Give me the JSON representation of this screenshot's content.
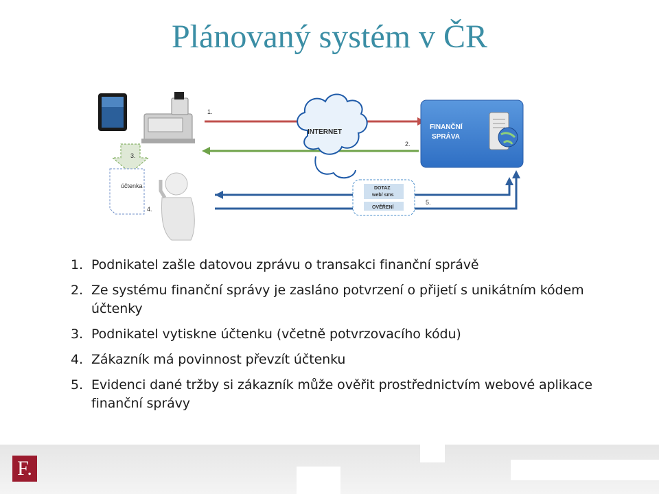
{
  "title": "Plánovaný systém v ČR",
  "diagram": {
    "cloud_label": "INTERNET",
    "authority_label_1": "FINANČNÍ",
    "authority_label_2": "SPRÁVA",
    "receipt_label": "účtenka",
    "bubble_query_1": "DOTAZ",
    "bubble_query_2": "web/ sms",
    "bubble_verify": "OVĚŘENÍ",
    "step_1": "1.",
    "step_2": "2.",
    "step_3": "3.",
    "step_4": "4.",
    "step_5": "5.",
    "colors": {
      "red": "#c0504d",
      "green": "#6fa34a",
      "blue": "#2e5f9e",
      "panel": "#3f7fd0"
    }
  },
  "steps": [
    {
      "num": "1.",
      "text": "Podnikatel zašle datovou zprávu o transakci finanční správě"
    },
    {
      "num": "2.",
      "text": "Ze systému finanční správy je zasláno potvrzení o přijetí s unikátním kódem účtenky"
    },
    {
      "num": "3.",
      "text": "Podnikatel vytiskne účtenku (včetně potvrzovacího kódu)"
    },
    {
      "num": "4.",
      "text": "Zákazník má povinnost převzít účtenku"
    },
    {
      "num": "5.",
      "text": "Evidenci dané tržby si zákazník může ověřit prostřednictvím webové aplikace finanční správy"
    }
  ],
  "logo_text": "F."
}
